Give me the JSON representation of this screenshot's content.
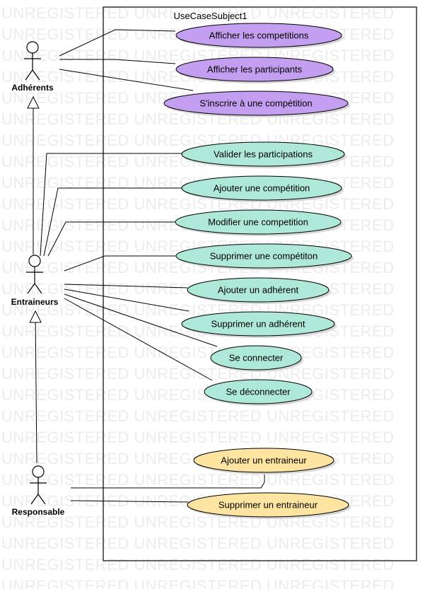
{
  "watermark_text": "UNREGISTERED UNREGISTERED UNREGISTERED",
  "boundary": {
    "title": "UseCaseSubject1"
  },
  "actors": [
    {
      "id": "adherents",
      "label": "Adhérents"
    },
    {
      "id": "entraineurs",
      "label": "Entraineurs"
    },
    {
      "id": "responsable",
      "label": "Responsable"
    }
  ],
  "colors": {
    "purple": "#c49ef0",
    "teal": "#aee8d8",
    "yellow": "#fde4a0",
    "stroke": "#000000",
    "watermark": "#ececec"
  },
  "use_cases": [
    {
      "id": "afficher-competitions",
      "label": "Afficher les competitions",
      "color": "purple"
    },
    {
      "id": "afficher-participants",
      "label": "Afficher les participants",
      "color": "purple"
    },
    {
      "id": "inscrire-competition",
      "label": "S'inscrire à une compétition",
      "color": "purple"
    },
    {
      "id": "valider-participations",
      "label": "Valider les participations",
      "color": "teal"
    },
    {
      "id": "ajouter-competition",
      "label": "Ajouter une compétition",
      "color": "teal"
    },
    {
      "id": "modifier-competition",
      "label": "Modifier une competition",
      "color": "teal"
    },
    {
      "id": "supprimer-competition",
      "label": "Supprimer une compétiton",
      "color": "teal"
    },
    {
      "id": "ajouter-adherent",
      "label": "Ajouter un adhérent",
      "color": "teal"
    },
    {
      "id": "supprimer-adherent",
      "label": "Supprimer un adhérent",
      "color": "teal"
    },
    {
      "id": "se-connecter",
      "label": "Se connecter",
      "color": "teal"
    },
    {
      "id": "se-deconnecter",
      "label": "Se déconnecter",
      "color": "teal"
    },
    {
      "id": "ajouter-entraineur",
      "label": "Ajouter un entraineur",
      "color": "yellow"
    },
    {
      "id": "supprimer-entraineur",
      "label": "Supprimer un entraineur",
      "color": "yellow"
    }
  ],
  "generalizations": [
    {
      "child": "entraineurs",
      "parent": "adherents"
    },
    {
      "child": "responsable",
      "parent": "entraineurs"
    }
  ],
  "associations": [
    {
      "actor": "adherents",
      "use_case": "afficher-competitions"
    },
    {
      "actor": "adherents",
      "use_case": "afficher-participants"
    },
    {
      "actor": "adherents",
      "use_case": "inscrire-competition"
    },
    {
      "actor": "entraineurs",
      "use_case": "valider-participations"
    },
    {
      "actor": "entraineurs",
      "use_case": "ajouter-competition"
    },
    {
      "actor": "entraineurs",
      "use_case": "modifier-competition"
    },
    {
      "actor": "entraineurs",
      "use_case": "supprimer-competition"
    },
    {
      "actor": "entraineurs",
      "use_case": "ajouter-adherent"
    },
    {
      "actor": "entraineurs",
      "use_case": "supprimer-adherent"
    },
    {
      "actor": "entraineurs",
      "use_case": "se-connecter"
    },
    {
      "actor": "entraineurs",
      "use_case": "se-deconnecter"
    },
    {
      "actor": "responsable",
      "use_case": "ajouter-entraineur"
    },
    {
      "actor": "responsable",
      "use_case": "supprimer-entraineur"
    }
  ]
}
